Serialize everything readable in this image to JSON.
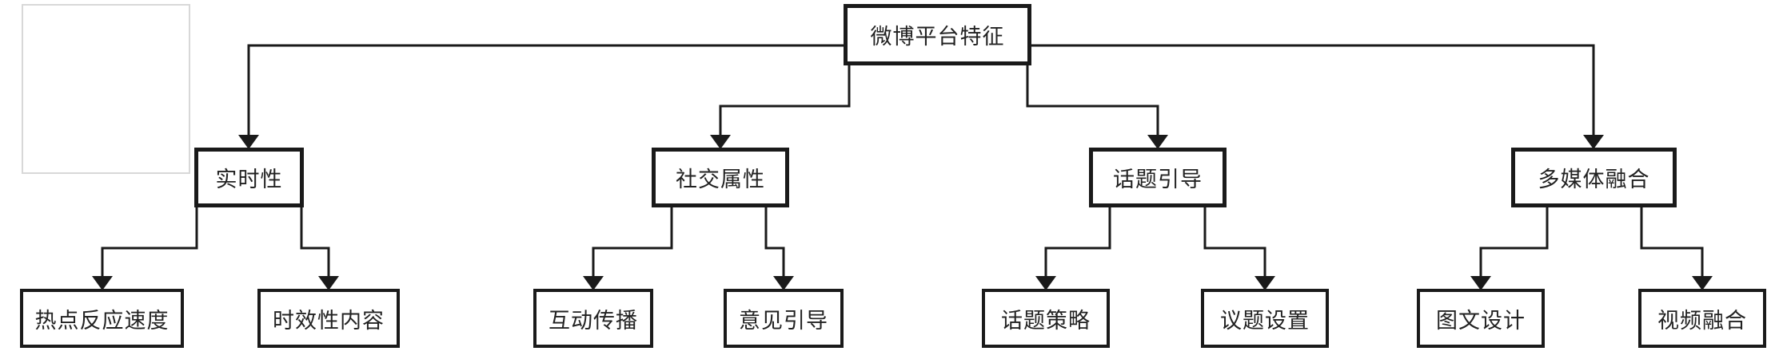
{
  "diagram": {
    "nodes": [
      {
        "id": "root",
        "label": "微博平台特征",
        "level": 1
      },
      {
        "id": "realtime",
        "label": "实时性",
        "level": 2
      },
      {
        "id": "social",
        "label": "社交属性",
        "level": 2
      },
      {
        "id": "topic",
        "label": "话题引导",
        "level": 2
      },
      {
        "id": "multimedia",
        "label": "多媒体融合",
        "level": 2
      },
      {
        "id": "hotspot-speed",
        "label": "热点反应速度",
        "level": 3
      },
      {
        "id": "timely-content",
        "label": "时效性内容",
        "level": 3
      },
      {
        "id": "interactive-spread",
        "label": "互动传播",
        "level": 3
      },
      {
        "id": "opinion-guide",
        "label": "意见引导",
        "level": 3
      },
      {
        "id": "topic-strategy",
        "label": "话题策略",
        "level": 3
      },
      {
        "id": "agenda-setting",
        "label": "议题设置",
        "level": 3
      },
      {
        "id": "graphic-design",
        "label": "图文设计",
        "level": 3
      },
      {
        "id": "video-fusion",
        "label": "视频融合",
        "level": 3
      }
    ],
    "edges": [
      {
        "from": "root",
        "to": "realtime"
      },
      {
        "from": "root",
        "to": "social"
      },
      {
        "from": "root",
        "to": "topic"
      },
      {
        "from": "root",
        "to": "multimedia"
      },
      {
        "from": "realtime",
        "to": "hotspot-speed"
      },
      {
        "from": "realtime",
        "to": "timely-content"
      },
      {
        "from": "social",
        "to": "interactive-spread"
      },
      {
        "from": "social",
        "to": "opinion-guide"
      },
      {
        "from": "topic",
        "to": "topic-strategy"
      },
      {
        "from": "topic",
        "to": "agenda-setting"
      },
      {
        "from": "multimedia",
        "to": "graphic-design"
      },
      {
        "from": "multimedia",
        "to": "video-fusion"
      }
    ],
    "colors": {
      "background": "#ffffff",
      "node_fill": "#ffffff",
      "node_border": "#1a1a1a",
      "node_text": "#222222",
      "connector": "#1a1a1a",
      "placeholder_border": "#d8d8d8"
    }
  }
}
